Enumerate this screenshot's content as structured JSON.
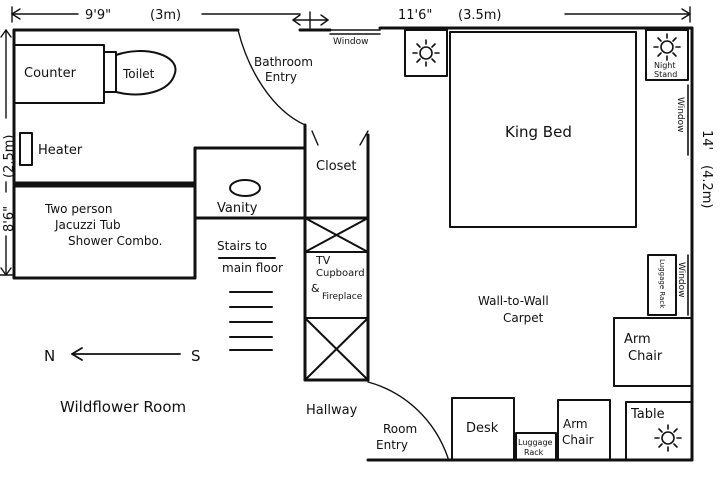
{
  "dimensions": {
    "top_left": "9'9\"",
    "top_left_metric": "(3m)",
    "top_right": "11'6\"",
    "top_right_metric": "(3.5m)",
    "left": "8'6\"",
    "left_metric": "(2.5m)",
    "right": "14'",
    "right_metric": "(4.2m)"
  },
  "rooms": {
    "counter": "Counter",
    "toilet": "Toilet",
    "bathroom_entry_1": "Bathroom",
    "bathroom_entry_2": "Entry",
    "window_top": "Window",
    "king_bed": "King Bed",
    "night_stand_1": "Night",
    "night_stand_2": "Stand",
    "window_right_upper": "Window",
    "heater": "Heater",
    "closet": "Closet",
    "tub_1": "Two person",
    "tub_2": "Jacuzzi Tub",
    "tub_3": "Shower Combo.",
    "vanity": "Vanity",
    "stairs_1": "Stairs to",
    "stairs_2": "main floor",
    "tv_1": "TV",
    "tv_2": "Cupboard",
    "tv_3": "&",
    "tv_4": "Fireplace",
    "luggage_rack_side": "Luggage Rack",
    "window_right_lower": "Window",
    "carpet_1": "Wall-to-Wall",
    "carpet_2": "Carpet",
    "arm_chair_right_1": "Arm",
    "arm_chair_right_2": "Chair",
    "compass_n": "N",
    "compass_s": "S",
    "room_name": "Wildflower Room",
    "hallway": "Hallway",
    "room_entry_1": "Room",
    "room_entry_2": "Entry",
    "desk": "Desk",
    "luggage_rack_bottom_1": "Luggage",
    "luggage_rack_bottom_2": "Rack",
    "arm_chair_bottom_1": "Arm",
    "arm_chair_bottom_2": "Chair",
    "table": "Table"
  },
  "icons": [
    "lamp-icon",
    "lamp-icon",
    "lamp-icon"
  ],
  "colors": {
    "ink": "#111111",
    "paper": "#ffffff"
  }
}
